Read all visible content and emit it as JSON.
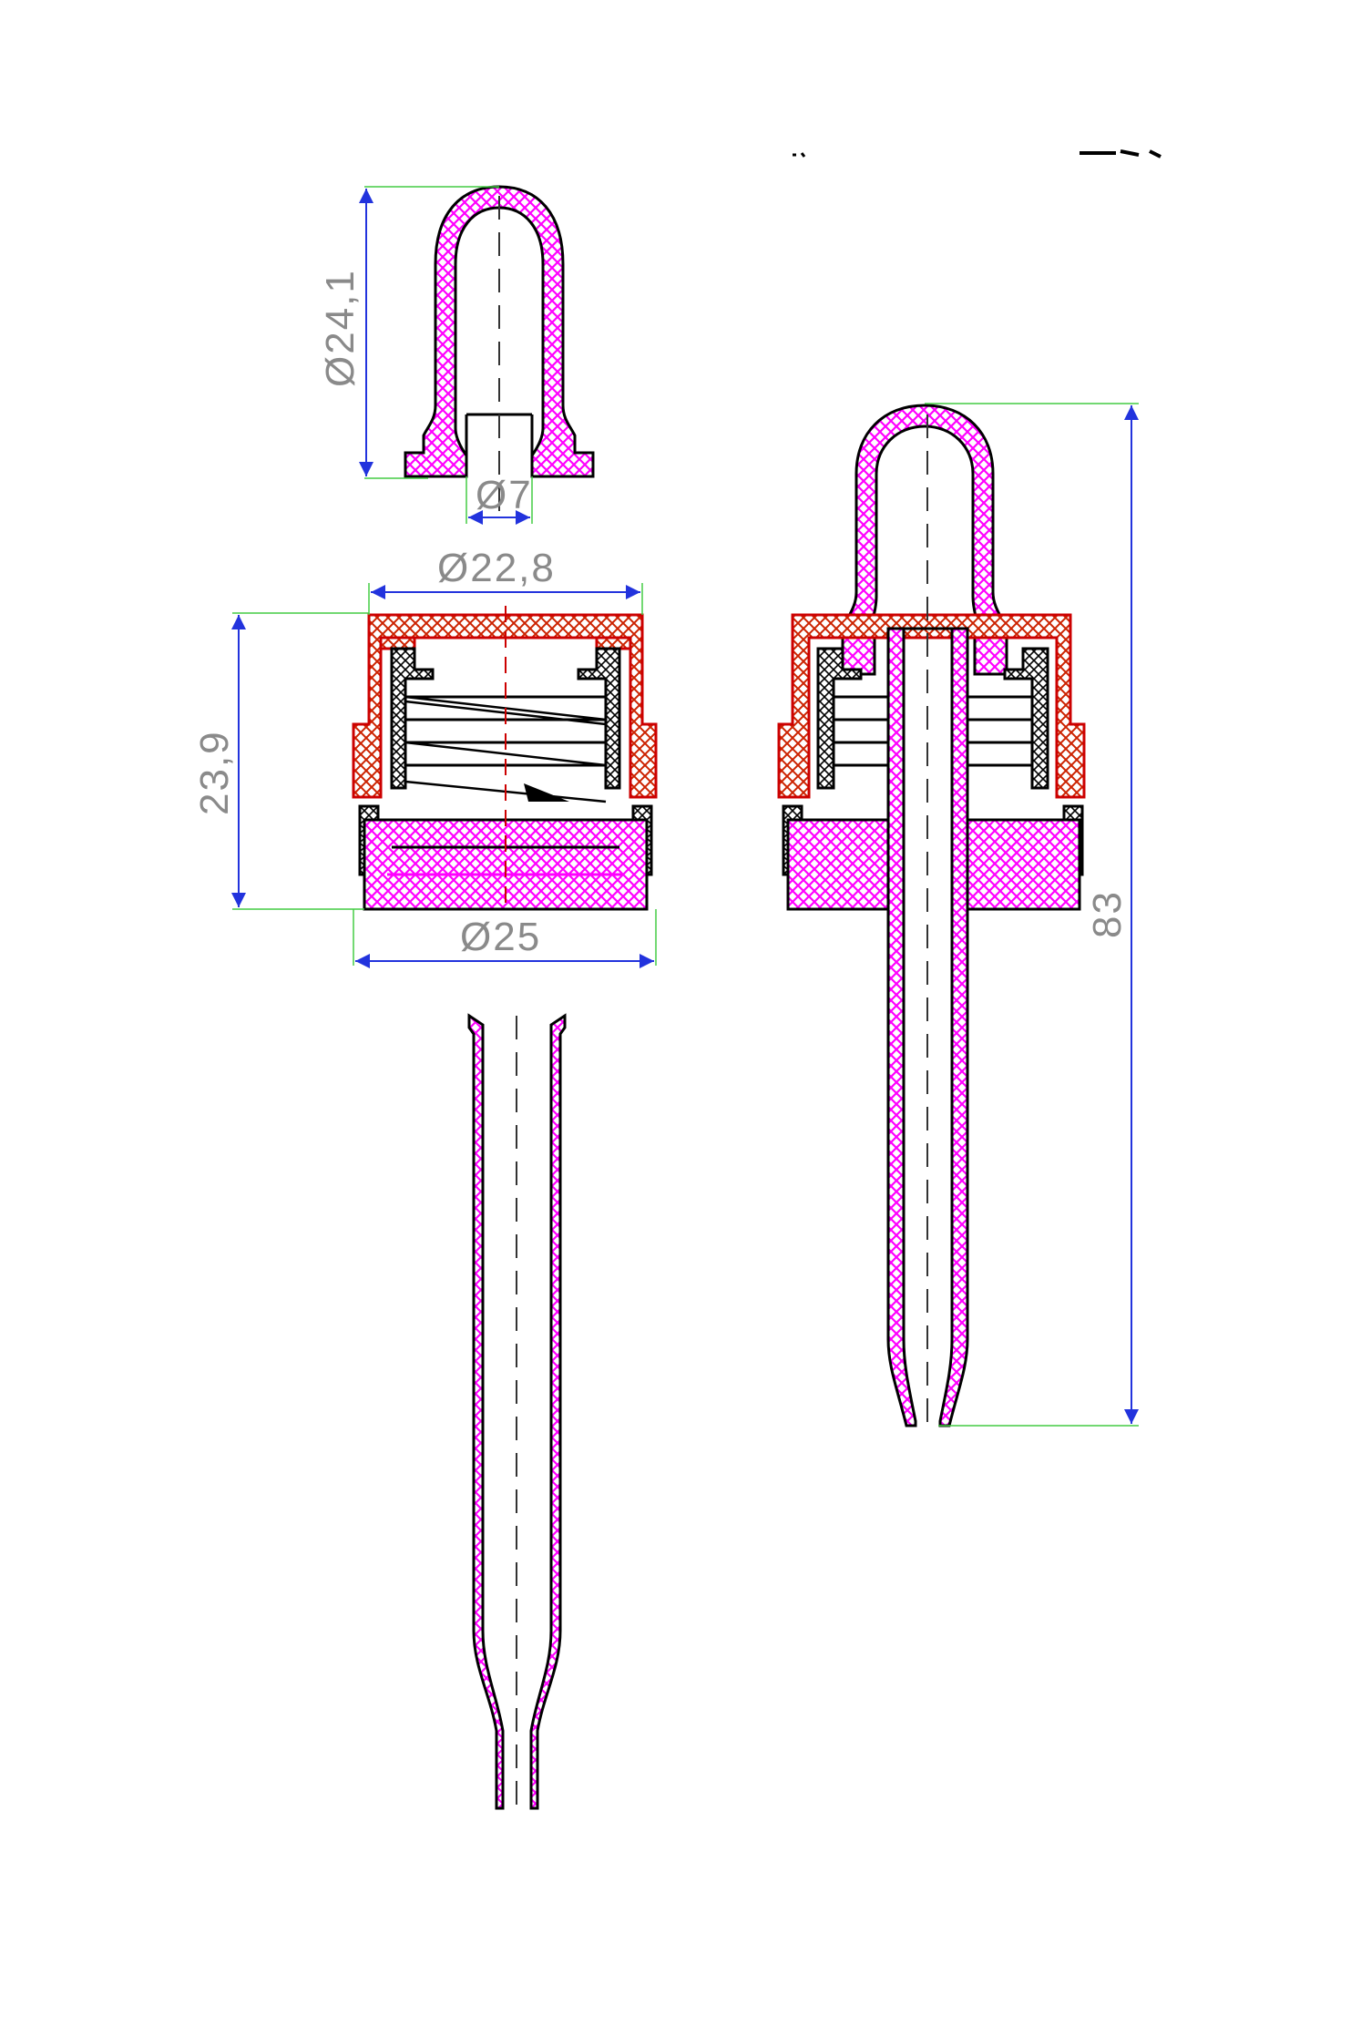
{
  "diagram": {
    "dimensions": {
      "bulb_height": "Ø24,1",
      "bulb_neck": "Ø7",
      "cap_top": "Ø22,8",
      "cap_height": "23,9",
      "cap_bottom": "Ø25",
      "total_length": "83"
    },
    "colors": {
      "bulb_rubber": "#ff00ff",
      "cap_shell": "#cc0000",
      "inner_insert": "#000000",
      "dimension_line": "#2233dd",
      "extension_line": "#44cc44",
      "dimension_text": "#8a8a8a"
    }
  }
}
